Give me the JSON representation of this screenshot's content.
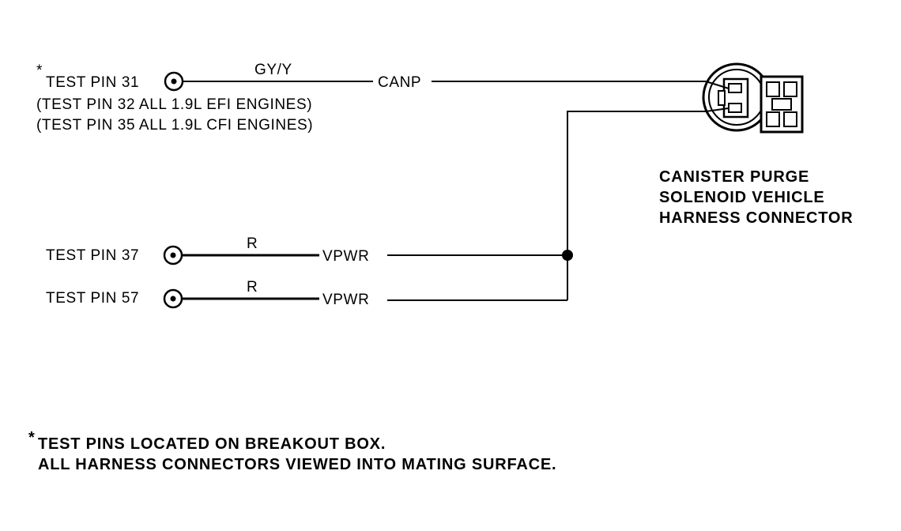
{
  "pins": [
    {
      "star": "*",
      "label": "TEST PIN 31",
      "wire_color": "GY/Y",
      "signal": "CANP"
    },
    {
      "label": "TEST PIN 37",
      "wire_color": "R",
      "signal": "VPWR"
    },
    {
      "label": "TEST PIN 57",
      "wire_color": "R",
      "signal": "VPWR"
    }
  ],
  "pin31_notes": [
    "(TEST PIN 32 ALL 1.9L EFI ENGINES)",
    "(TEST PIN 35 ALL 1.9L CFI ENGINES)"
  ],
  "connector_caption": [
    "CANISTER PURGE",
    "SOLENOID VEHICLE",
    "HARNESS CONNECTOR"
  ],
  "footnote": {
    "star": "*",
    "line1": "TEST PINS LOCATED ON BREAKOUT BOX.",
    "line2": "ALL HARNESS CONNECTORS VIEWED INTO MATING SURFACE."
  }
}
